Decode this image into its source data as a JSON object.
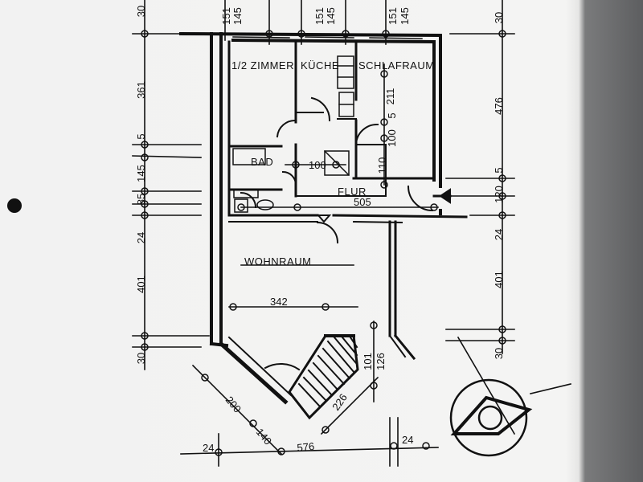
{
  "rooms": {
    "zimmer": "1/2 ZIMMER",
    "kueche": "KÜCHE",
    "schlafraum": "SCHLAFRAUM",
    "bad": "BAD",
    "flur": "FLUR",
    "wohnraum": "WOHNRAUM"
  },
  "dims": {
    "top_30": "30",
    "top_151a": "151",
    "top_145a": "145",
    "top_151b": "151",
    "top_145b": "145",
    "top_151c": "151",
    "top_145c": "145",
    "left_361": "361",
    "left_5": "5",
    "left_145": "145",
    "left_85": "85",
    "left_24": "24",
    "left_401": "401",
    "left_30": "30",
    "right_30": "30",
    "right_476": "476",
    "right_5": "5",
    "right_120": "120",
    "right_24": "24",
    "right_401": "401",
    "right_30b": "30",
    "inner_211": "211",
    "inner_5": "5",
    "inner_100": "100",
    "inner_110": "110",
    "bad_100": "100",
    "flur_505": "505",
    "wohn_342": "342",
    "bay_101": "101",
    "bay_126": "126",
    "bay_226": "226",
    "bot_200": "200",
    "bot_140": "140",
    "bot_576": "576",
    "bot_24a": "24",
    "bot_24b": "24"
  },
  "colors": {
    "screen": "#f3f3f2",
    "ink": "#111111",
    "bezel": "#5f6062"
  },
  "icons": [
    "north-arrow-icon",
    "compass-icon",
    "entrance-triangle-icon"
  ]
}
